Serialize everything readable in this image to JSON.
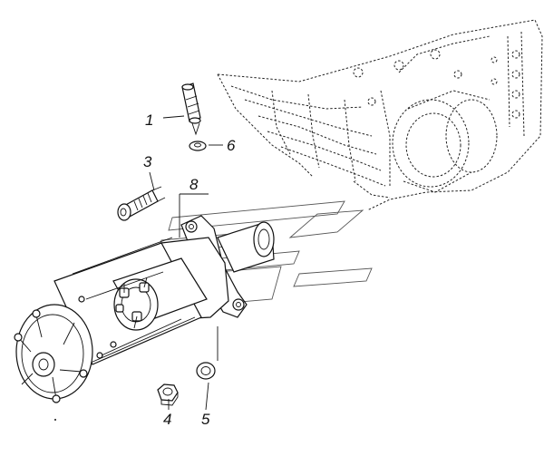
{
  "diagram": {
    "callouts": [
      {
        "id": "1",
        "label": "1"
      },
      {
        "id": "3",
        "label": "3"
      },
      {
        "id": "4",
        "label": "4"
      },
      {
        "id": "5",
        "label": "5"
      },
      {
        "id": "6",
        "label": "6"
      },
      {
        "id": "8",
        "label": "8"
      }
    ],
    "parts": {
      "p1": "stud-pin",
      "p3": "socket-head-bolt",
      "p4": "hex-nut",
      "p5": "washer",
      "p6": "small-washer",
      "p8": "starter-motor"
    }
  }
}
